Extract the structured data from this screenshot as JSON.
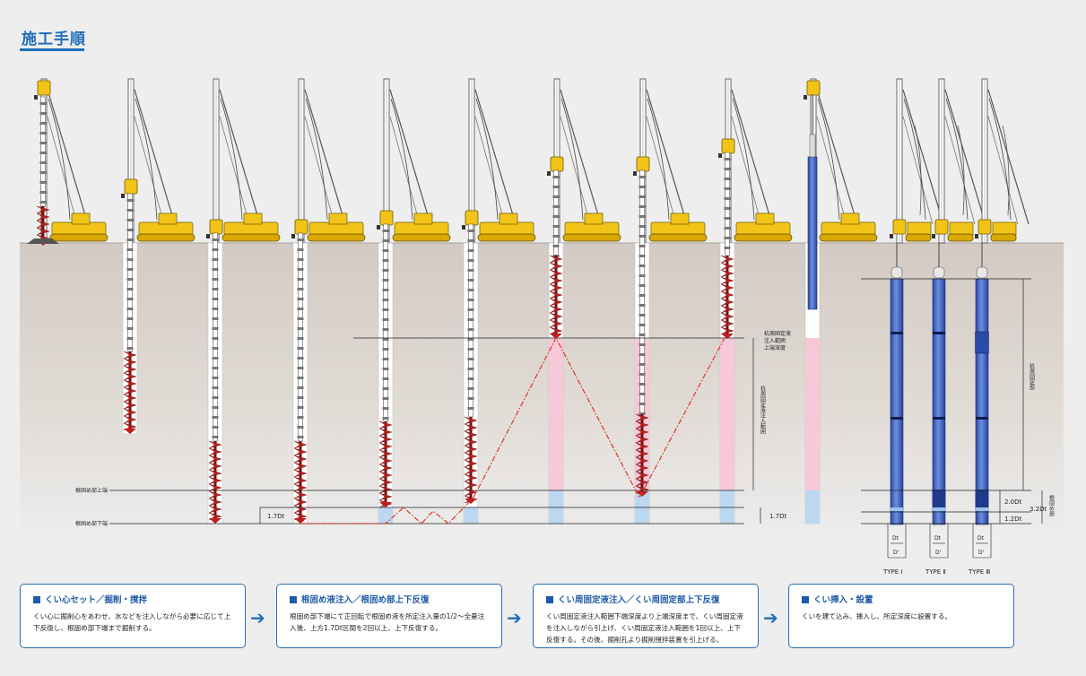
{
  "page_title": "施工手順",
  "labels": {
    "root_top": "根固め部上端",
    "root_bottom": "根固め部下端",
    "d17_a": "1.7Dt",
    "d17_b": "1.7Dt",
    "upper_end_1": "杭周固定液",
    "upper_end_2": "注入範囲",
    "upper_end_3": "上端深度",
    "fix_range": "杭周固定液注入範囲",
    "pile_fixed": "杭周固定部",
    "d20": "2.0Dt",
    "d12": "1.2Dt",
    "d32": "3.2Dt",
    "root_part": "根固め部",
    "type1": "TYPE Ⅰ",
    "type2": "TYPE Ⅱ",
    "type3": "TYPE Ⅲ",
    "dt": "Dt",
    "dprime": "D'"
  },
  "steps": [
    {
      "title": "くい心セット／掘削・撹拌",
      "text": "くい心に掘削心をあわせ、水などを注入しながら必要に応じて上下反復し、根固め部下端まで掘削する。"
    },
    {
      "title": "根固め液注入／根固め部上下反復",
      "text": "根固め部下端にて正回転で根固め液を所定注入量の1/2～全量注入後、上方1.7Dt区間を2回以上、上下反復する。"
    },
    {
      "title": "くい周固定液注入／くい周固定部上下反復",
      "text": "くい周固定液注入範囲下端深度より上端深度まで、くい周固定液を注入しながら引上げ、くい周固定液注入範囲を1回以上、上下反復する。その後、掘削孔より掘削撹拌装置を引上げる。"
    },
    {
      "title": "くい挿入・設置",
      "text": "くいを建て込み、挿入し、所定深度に設置する。"
    }
  ],
  "arrows": [
    "➔",
    "➔",
    "➔"
  ],
  "colors": {
    "accent": "#1f6fb8",
    "ground": "#d6cdc7",
    "auger": "#c01e1e",
    "rig": "#f2c418",
    "root_fluid": "#bcd8f0",
    "fix_fluid": "#f6c8d8",
    "pile": "#3a5fb8"
  }
}
